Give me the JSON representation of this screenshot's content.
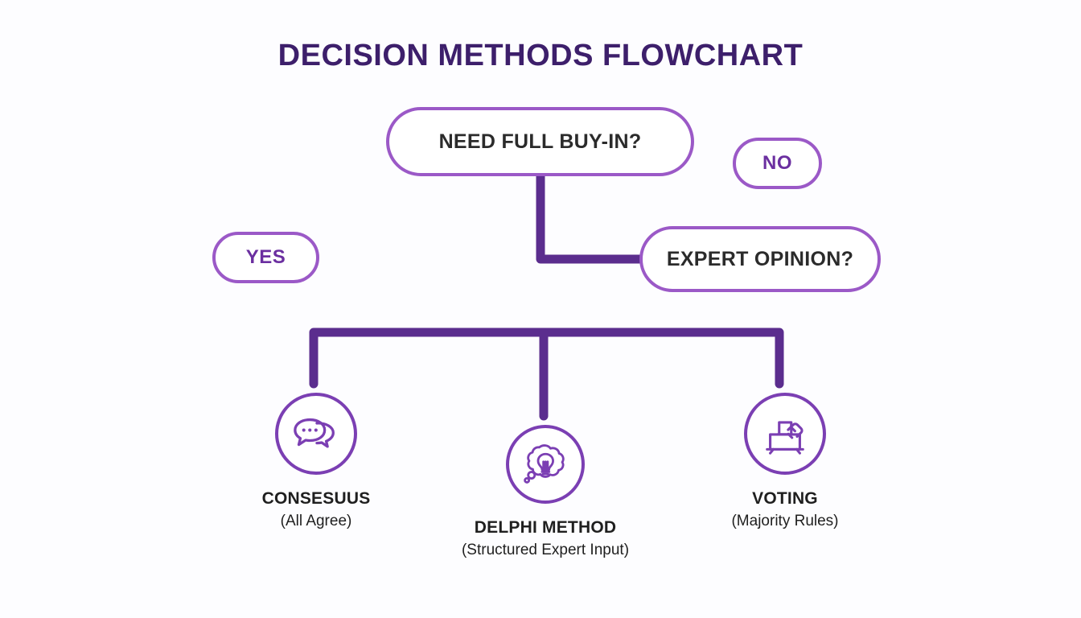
{
  "title": "DECISION METHODS FLOWCHART",
  "colors": {
    "background": "#fdfdff",
    "title": "#3d1f6b",
    "connector": "#5b2d8e",
    "pill_border": "#9b59c7",
    "badge_text": "#6b2fa0",
    "icon_stroke": "#7b3fb3",
    "node_text": "#1f1f1f"
  },
  "nodes": {
    "need_buyin": {
      "label": "NEED FULL BUY-IN?",
      "type": "decision"
    },
    "yes_badge": {
      "label": "YES",
      "type": "badge"
    },
    "no_badge": {
      "label": "NO",
      "type": "badge"
    },
    "expert_opinion": {
      "label": "EXPERT OPINION?",
      "type": "decision"
    }
  },
  "outcomes": [
    {
      "id": "consensus",
      "label": "CONSESUUS",
      "sublabel": "(All Agree)",
      "icon": "speech-bubbles-icon"
    },
    {
      "id": "delphi",
      "label": "DELPHI METHOD",
      "sublabel": "(Structured Expert Input)",
      "icon": "thought-bubble-lightbulb-icon"
    },
    {
      "id": "voting",
      "label": "VOTING",
      "sublabel": "(Majority Rules)",
      "icon": "ballot-box-icon"
    }
  ]
}
